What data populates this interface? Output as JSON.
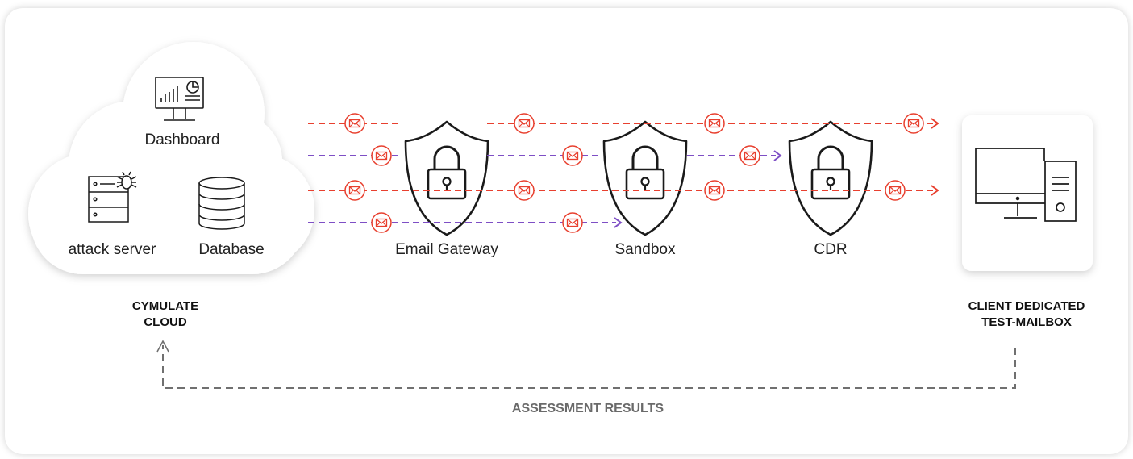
{
  "colors": {
    "red": "#e8402f",
    "purple": "#7e4fc5",
    "gray": "#707070",
    "ink": "#1a1a1a"
  },
  "cloud": {
    "dashboard_label": "Dashboard",
    "attack_server_label": "attack server",
    "database_label": "Database",
    "title_line1": "CYMULATE",
    "title_line2": "CLOUD",
    "icons": [
      "dashboard-monitor-icon",
      "attack-server-icon",
      "bug-icon",
      "database-icon"
    ]
  },
  "shields": [
    {
      "label": "Email Gateway",
      "icon": "shield-lock-icon"
    },
    {
      "label": "Sandbox",
      "icon": "shield-lock-icon"
    },
    {
      "label": "CDR",
      "icon": "shield-lock-icon"
    }
  ],
  "client": {
    "title_line1": "CLIENT DEDICATED",
    "title_line2": "TEST-MAILBOX",
    "icon": "desktop-computer-icon"
  },
  "flows": [
    {
      "color": "red",
      "ends_at": "client"
    },
    {
      "color": "purple",
      "ends_at": "CDR"
    },
    {
      "color": "red",
      "ends_at": "client"
    },
    {
      "color": "purple",
      "ends_at": "Sandbox"
    }
  ],
  "feedback": {
    "label": "ASSESSMENT RESULTS",
    "from": "client",
    "to": "cloud"
  }
}
